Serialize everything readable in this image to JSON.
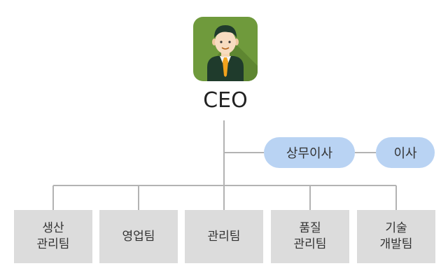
{
  "ceo": {
    "label": "CEO",
    "icon": "businessman-avatar-icon",
    "icon_bg": "#6f9a3c"
  },
  "executives": [
    {
      "label": "상무이사"
    },
    {
      "label": "이사"
    }
  ],
  "teams": [
    {
      "label": "생산\n관리팀"
    },
    {
      "label": "영업팀"
    },
    {
      "label": "관리팀"
    },
    {
      "label": "품질\n관리팀"
    },
    {
      "label": "기술\n개발팀"
    }
  ],
  "colors": {
    "line": "#b3b3b3",
    "executive_fill": "#b9d3f3",
    "team_fill": "#dcdcdc",
    "text": "#333333"
  }
}
